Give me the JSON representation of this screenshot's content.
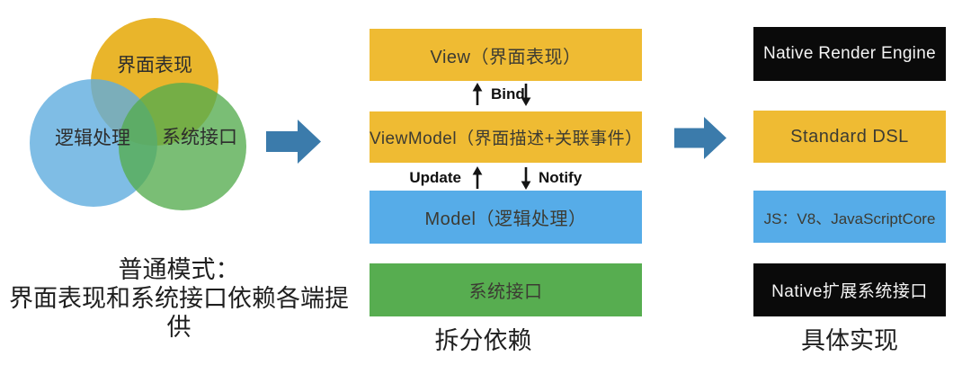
{
  "venn": {
    "circles": [
      {
        "id": "ui",
        "label": "界面表现",
        "color": "#E9B52B"
      },
      {
        "id": "logic",
        "label": "逻辑处理",
        "color": "#5FACDE"
      },
      {
        "id": "system",
        "label": "系统接口",
        "color": "#55AC4E"
      }
    ],
    "caption_line1": "普通模式：",
    "caption_line2": "界面表现和系统接口依赖各端提供"
  },
  "split": {
    "boxes": [
      {
        "label": "View（界面表现）",
        "color": "#EFBB33"
      },
      {
        "label": "ViewModel（界面描述+关联事件）",
        "color": "#EFBB33"
      },
      {
        "label": "Model（逻辑处理）",
        "color": "#56ACE8"
      },
      {
        "label": "系统接口",
        "color": "#57AD50"
      }
    ],
    "bind_label": "Bind",
    "update_label": "Update",
    "notify_label": "Notify",
    "caption": "拆分依赖"
  },
  "impl": {
    "boxes": [
      {
        "label": "Native Render Engine",
        "color": "#0A0A0A"
      },
      {
        "label": "Standard DSL",
        "color": "#EFBB33"
      },
      {
        "label": "JS：V8、JavaScriptCore",
        "color": "#56ACE8"
      },
      {
        "label": "Native扩展系统接口",
        "color": "#0A0A0A"
      }
    ],
    "caption": "具体实现"
  },
  "icons": {
    "flow_arrow": "right-block-arrow",
    "up_arrow": "up-arrow",
    "down_arrow": "down-arrow"
  },
  "colors": {
    "arrow_blue": "#3B7BAB",
    "box_text_dark": "#3C3B33",
    "box_text_light": "#F4F4F4"
  }
}
